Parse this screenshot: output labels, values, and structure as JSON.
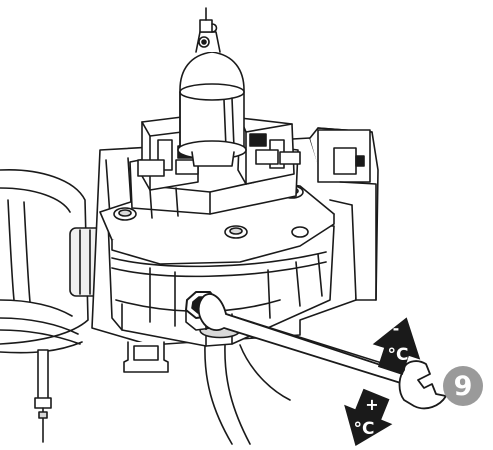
{
  "step": {
    "number": "9"
  },
  "arrows": {
    "decrease": {
      "sign": "-",
      "unit": "°C"
    },
    "increase": {
      "sign": "+",
      "unit": "°C"
    }
  },
  "colors": {
    "line": "#1a1a1a",
    "fill": "#ffffff",
    "shade": "#d9d9d9",
    "arrow": "#1a1a1a",
    "badge": "#9a9a9a"
  },
  "icons": {
    "decrease_arrow": "arrow-up-right-icon",
    "increase_arrow": "arrow-down-left-icon"
  }
}
